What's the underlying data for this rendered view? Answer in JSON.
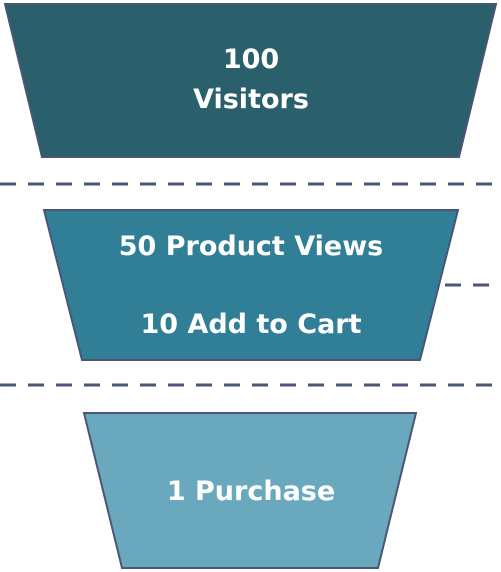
{
  "funnel": {
    "stages": [
      {
        "id": "visitors",
        "lines": [
          "100",
          "Visitors"
        ],
        "color": "#2a5f6c"
      },
      {
        "id": "views-cart",
        "lines": [
          "50 Product Views",
          "10 Add to Cart"
        ],
        "color": "#317f96"
      },
      {
        "id": "purchase",
        "lines": [
          "1 Purchase"
        ],
        "color": "#69a8bd"
      }
    ],
    "divider_color": "#4a5578",
    "outline_color": "#4a5578"
  }
}
